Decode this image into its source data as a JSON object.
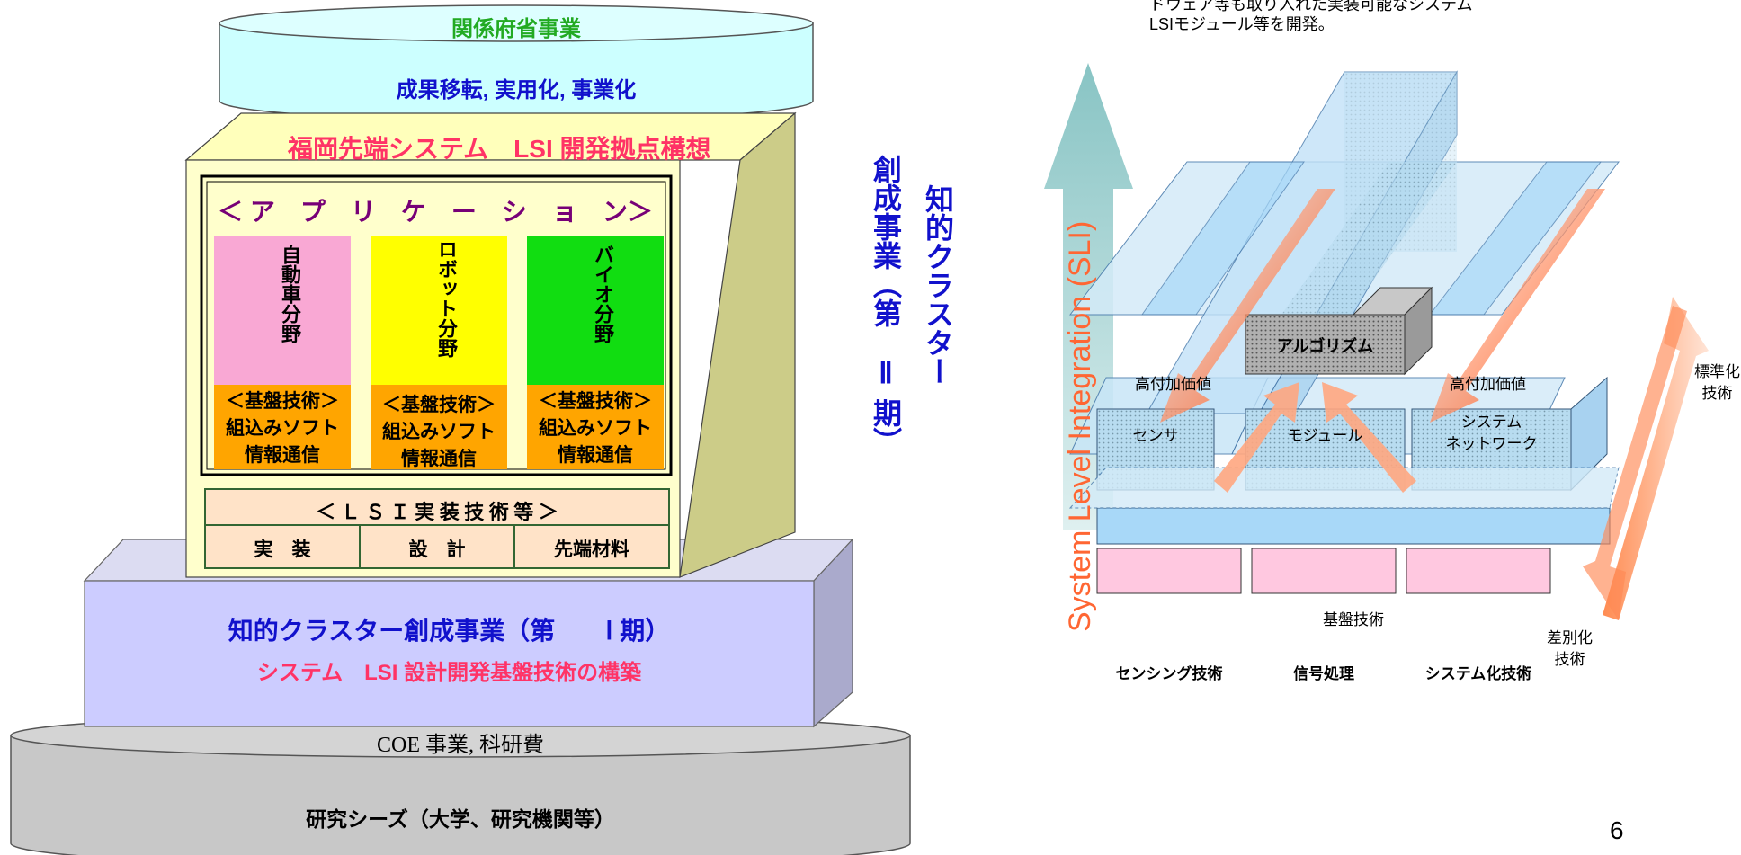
{
  "top_right_note": {
    "line1": "ドウェア等も取り入れた実装可能なシステム",
    "line2": "LSIモジュール等を開発。"
  },
  "page_number": "6",
  "left_diagram": {
    "top_cylinder": {
      "title": "関係府省事業",
      "subtitle": "成果移転, 実用化, 事業化"
    },
    "cube": {
      "header": "福岡先端システム　LSI 開発拠点構想",
      "side_title_1": "知的クラスター",
      "side_title_2": "創成事業（第　Ⅱ 期）",
      "applications_title": "＜ ア　プ　リ　ケ　ー　シ　ョ　ン＞",
      "fields": [
        {
          "name": "自動車分野",
          "color": "#f9a8d4"
        },
        {
          "name": "ロボット分野",
          "color": "#ffff00"
        },
        {
          "name": "バイオ分野",
          "color": "#11dd11"
        }
      ],
      "base_tech": {
        "title": "＜基盤技術＞",
        "line1": "組込みソフト",
        "line2": "情報通信"
      },
      "lsi_title": "＜ Ｌ Ｓ Ｉ 実 装 技 術 等 ＞",
      "lsi_cells": [
        "実　装",
        "設　計",
        "先端材料"
      ]
    },
    "phase1_slab": {
      "title": "知的クラスター創成事業（第　　Ⅰ 期）",
      "subtitle": "システム　LSI 設計開発基盤技術の構築"
    },
    "bottom_cylinder": {
      "title": "COE 事業, 科研費",
      "subtitle": "研究シーズ（大学、研究機関等）"
    }
  },
  "right_diagram": {
    "arrow_label": "System Level Integration (SLI)",
    "algorithm": "アルゴリズム",
    "high_value_left": "高付加価値",
    "high_value_right": "高付加価値",
    "sensor": "センサ",
    "module": "モジュール",
    "system_network_1": "システム",
    "system_network_2": "ネットワーク",
    "base_tech": "基盤技術",
    "bottom_cells": [
      "センシング技術",
      "信号処理",
      "システム化技術"
    ],
    "standardization_1": "標準化",
    "standardization_2": "技術",
    "differentiation_1": "差別化",
    "differentiation_2": "技術"
  },
  "colors": {
    "top_cylinder": "#ccffff",
    "cube_front": "#ffffcc",
    "cube_side": "#cccc88",
    "phase1_front": "#ccccff",
    "bottom_cylinder": "#c8c8c8",
    "orange": "#ffa500",
    "sli_arrow": "#99cccc",
    "sli_text": "#ff6633"
  }
}
